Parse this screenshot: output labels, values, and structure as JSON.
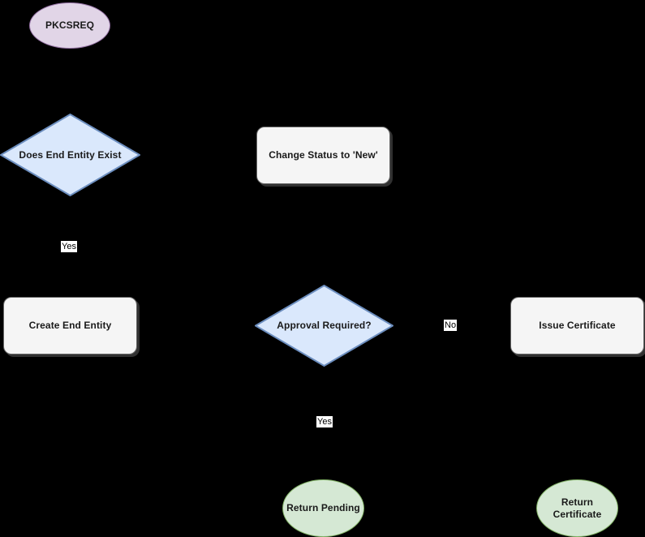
{
  "diagram": {
    "title": "SCEP PKCSREQ certificate enrollment flowchart",
    "background_color": "#000000",
    "colors": {
      "start_fill": "#e1d5e7",
      "start_stroke": "#9673a6",
      "end_fill": "#d5e8d4",
      "end_stroke": "#82b366",
      "decision_fill": "#dae8fc",
      "decision_stroke": "#6c8ebf",
      "process_fill": "#f5f5f5",
      "process_stroke": "#666666",
      "label_text": "#1a1a1a",
      "edge_label_bg": "#ffffff"
    },
    "nodes": [
      {
        "id": "pkcsreq",
        "type": "terminator",
        "label": "PKCSREQ"
      },
      {
        "id": "does-end-entity-exist",
        "type": "decision",
        "label": "Does End Entity Exist"
      },
      {
        "id": "change-status-new",
        "type": "process",
        "label": "Change Status to 'New'"
      },
      {
        "id": "create-end-entity",
        "type": "process",
        "label": "Create End Entity"
      },
      {
        "id": "approval-required",
        "type": "decision",
        "label": "Approval Required?"
      },
      {
        "id": "issue-certificate",
        "type": "process",
        "label": "Issue Certificate"
      },
      {
        "id": "return-pending",
        "type": "terminator",
        "label": "Return Pending"
      },
      {
        "id": "return-certificate",
        "type": "terminator",
        "label": "Return\nCertificate"
      }
    ],
    "edge_labels": [
      {
        "id": "yes-end-entity",
        "text": "Yes"
      },
      {
        "id": "no-approval",
        "text": "No"
      },
      {
        "id": "yes-approval",
        "text": "Yes"
      }
    ]
  }
}
